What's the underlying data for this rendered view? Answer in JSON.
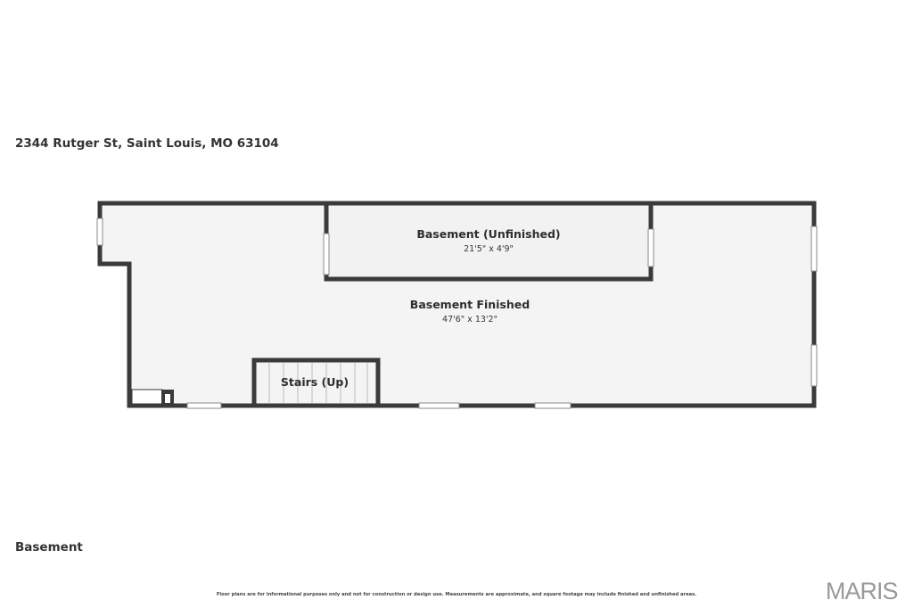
{
  "address": "2344 Rutger St, Saint Louis, MO 63104",
  "floor_label": "Basement",
  "rooms": {
    "unfinished": {
      "name": "Basement (Unfinished)",
      "dims": "21'5\" x 4'9\""
    },
    "finished": {
      "name": "Basement Finished",
      "dims": "47'6\" x 13'2\""
    },
    "stairs": {
      "name": "Stairs (Up)"
    }
  },
  "disclaimer": "Floor plans are for informational purposes only and not for construction or design use. Measurements are approximate, and square footage may include finished and unfinished areas.",
  "logo": "MARIS",
  "colors": {
    "wall": "#3a3a3a",
    "floor": "#f4f4f4",
    "window": "#ffffff"
  }
}
